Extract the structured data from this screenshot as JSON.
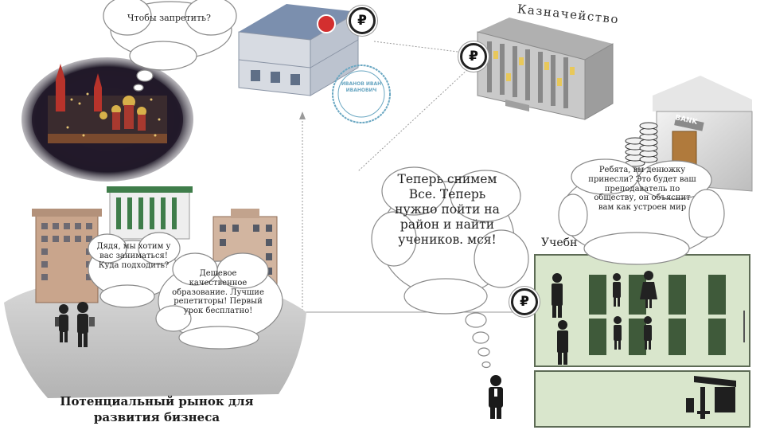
{
  "labels": {
    "treasury": "Казначейство",
    "classroom": "Учебн",
    "market": "Потенциальный рынок для развития бизнеса",
    "bank_sign": "BANK"
  },
  "bubbles": {
    "ban": "Чтобы запретить?",
    "uncle": "Дядя, мы хотим у вас заниматься! Куда подходить?",
    "ad": "Дешевое качественное образование. Лучшие репетиторы! Первый урок бесплатно!",
    "now": "Теперь снимем Все. Теперь нужно пойти на район и найти учеников. мся!",
    "kids": "Ребята, вы денюжку принесли? Это будет ваш преподаватель по обществу, он объяснит вам как устроен мир"
  },
  "stamp": {
    "text": "ИВАНОВ ИВАН ИВАНОВИЧ"
  },
  "icons": {
    "currency_symbol": "₽"
  },
  "colors": {
    "house_wall": "#d7dbe2",
    "house_roof": "#7b8fae",
    "treasury_stone": "#c9c9c9",
    "window_lit": "#e8c85a",
    "ground": "#c7c7c7",
    "classroom_green": "#d9e6cc",
    "classroom_border": "#5d6b55",
    "desk_green": "#3f5a3a",
    "stamp_blue": "#6aa7c2",
    "palace_gold": "#d7b04a",
    "brick": "#c9a58c"
  }
}
